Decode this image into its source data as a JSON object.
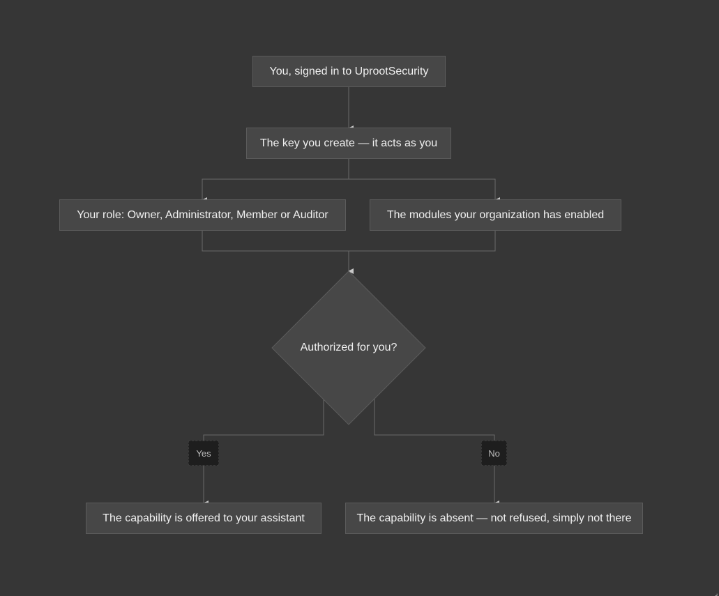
{
  "diagram": {
    "nodes": {
      "user": "You, signed in to UprootSecurity",
      "key": "The key you create — it acts as you",
      "role": "Your role: Owner, Administrator, Member or Auditor",
      "modules": "The modules your organization has enabled",
      "decision": "Authorized for you?",
      "offered": "The capability is offered to your assistant",
      "absent": "The capability is absent — not refused, simply not there"
    },
    "edge_labels": {
      "yes": "Yes",
      "no": "No"
    },
    "colors": {
      "background": "#363636",
      "node_fill": "#474747",
      "node_border": "#5c5c5c",
      "edge": "#6a6a6a",
      "arrowhead": "#c8c8c8",
      "label_fill": "#1e1e1e"
    }
  }
}
